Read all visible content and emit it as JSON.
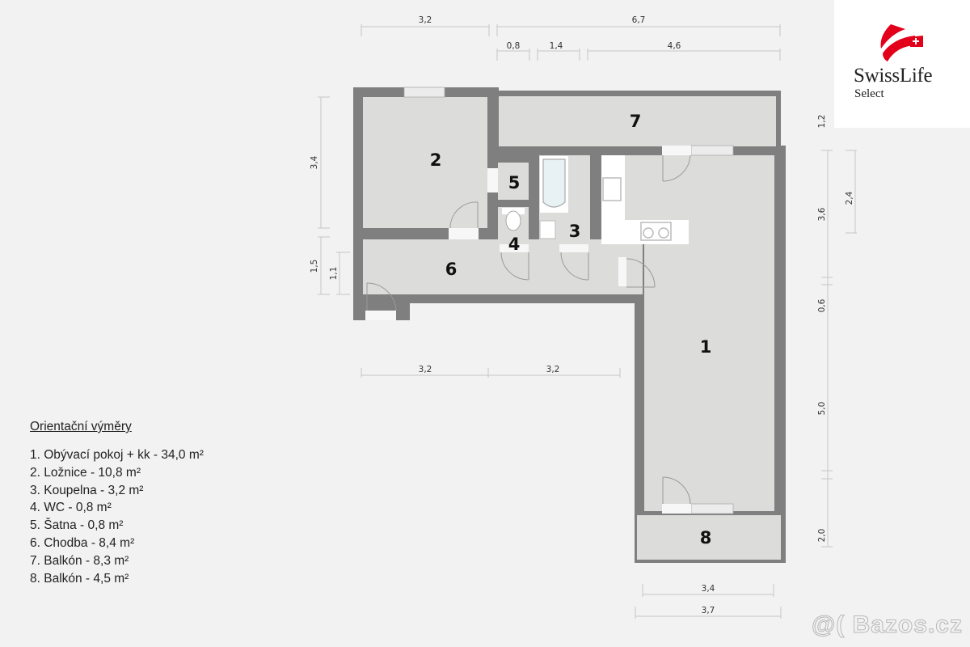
{
  "logo": {
    "brand": "SwissLife",
    "sub": "Select",
    "accent_color": "#e2001a"
  },
  "legend": {
    "title": "Orientační výměry",
    "items": [
      {
        "num": "1",
        "label": "1. Obývací pokoj + kk - 34,0 m²"
      },
      {
        "num": "2",
        "label": "2. Ložnice - 10,8 m²"
      },
      {
        "num": "3",
        "label": "3. Koupelna - 3,2 m²"
      },
      {
        "num": "4",
        "label": "4. WC - 0,8 m²"
      },
      {
        "num": "5",
        "label": "5. Šatna  - 0,8 m²"
      },
      {
        "num": "6",
        "label": "6. Chodba - 8,4 m²"
      },
      {
        "num": "7",
        "label": "7. Balkón - 8,3 m²"
      },
      {
        "num": "8",
        "label": "8. Balkón - 4,5 m²"
      }
    ]
  },
  "rooms": {
    "r1": "1",
    "r2": "2",
    "r3": "3",
    "r4": "4",
    "r5": "5",
    "r6": "6",
    "r7": "7",
    "r8": "8"
  },
  "dimensions": {
    "top": {
      "left": "3,2",
      "right": "6,7",
      "sub1": "0,8",
      "sub2": "1,4",
      "sub3": "4,6"
    },
    "left": {
      "upper": "3,4",
      "lower": "1,5",
      "inner": "1,1"
    },
    "middle": {
      "left": "3,2",
      "right": "3,2"
    },
    "right": {
      "balcony": "1,2",
      "kitchen": "3,6",
      "pier": "0,6",
      "living": "5,0",
      "balcony2": "2,0",
      "window": "2,4"
    },
    "bottom": {
      "inner": "3,4",
      "outer": "3,7"
    }
  },
  "colors": {
    "wall": "#7f7f7f",
    "floor": "#dcdcda",
    "kitchen": "#ffffff",
    "background": "#f2f2f2",
    "dim_line": "#c8c8c8"
  },
  "watermark": "@( Bazos.cz"
}
